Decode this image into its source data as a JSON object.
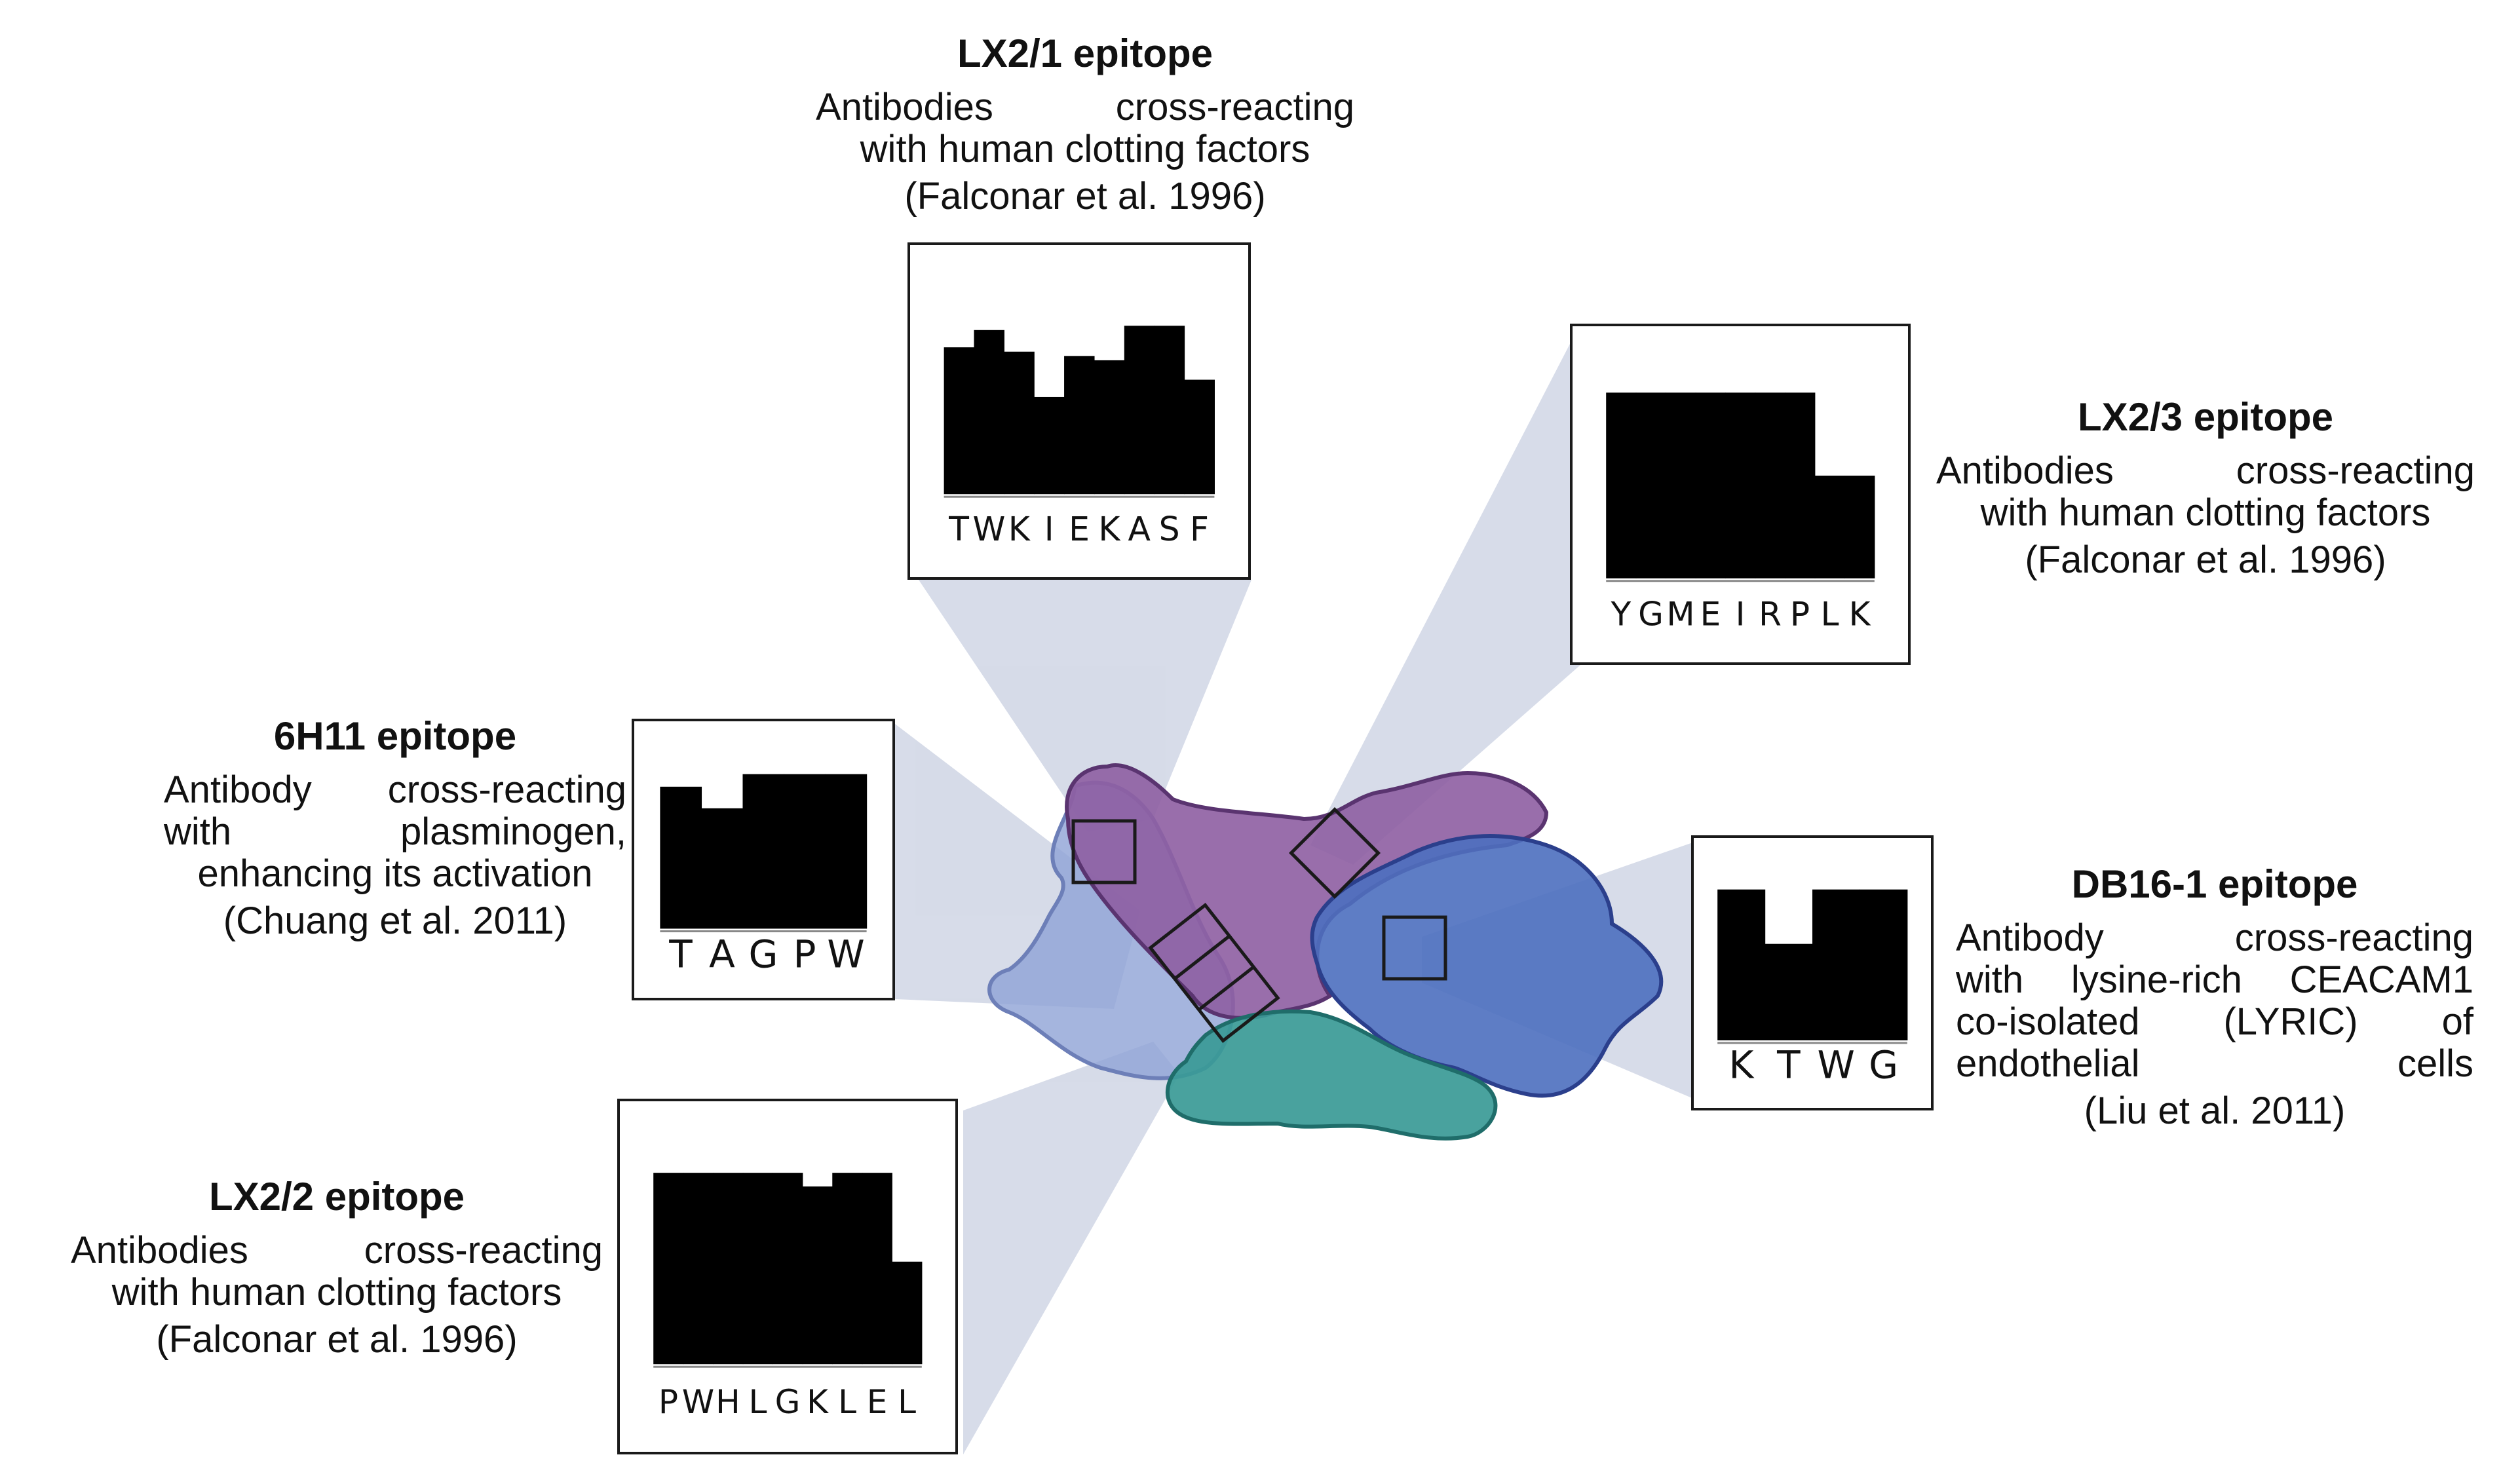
{
  "epitopes": [
    {
      "id": "lx21",
      "title": "LX2/1 epitope",
      "description_lines": [
        "Antibodies cross-reacting",
        "with human clotting factors"
      ],
      "citation": "(Falconar et al. 1996)",
      "sequence": [
        "T",
        "W",
        "K",
        "I",
        "E",
        "K",
        "A",
        "S",
        "F"
      ],
      "logo_heights": [
        0.68,
        0.76,
        0.66,
        0.45,
        0.64,
        0.62,
        0.78,
        0.78,
        0.53
      ]
    },
    {
      "id": "lx23",
      "title": "LX2/3 epitope",
      "description_lines": [
        "Antibodies cross-reacting",
        "with human clotting factors"
      ],
      "citation": "(Falconar et al. 1996)",
      "sequence": [
        "Y",
        "G",
        "M",
        "E",
        "I",
        "R",
        "P",
        "L",
        "K"
      ],
      "logo_heights": [
        0.85,
        0.85,
        0.85,
        0.85,
        0.85,
        0.85,
        0.85,
        0.47,
        0.47
      ]
    },
    {
      "id": "6h11",
      "title": "6H11 epitope",
      "description_lines": [
        "Antibody cross-reacting",
        "with plasminogen,",
        "enhancing its activation"
      ],
      "citation": "(Chuang et al. 2011)",
      "sequence": [
        "T",
        "A",
        "G",
        "P",
        "W"
      ],
      "logo_heights": [
        0.79,
        0.67,
        0.86,
        0.86,
        0.86
      ]
    },
    {
      "id": "db161",
      "title": "DB16-1 epitope",
      "description_lines": [
        "Antibody cross-reacting",
        "with lysine-rich CEACAM1",
        "co-isolated (LYRIC) of",
        "endothelial cells"
      ],
      "citation": "(Liu et al. 2011)",
      "sequence": [
        "K",
        "T",
        "W",
        "G"
      ],
      "logo_heights": [
        0.86,
        0.55,
        0.86,
        0.86
      ]
    },
    {
      "id": "lx22",
      "title": "LX2/2 epitope",
      "description_lines": [
        "Antibodies cross-reacting",
        "with human clotting factors"
      ],
      "citation": "(Falconar et al. 1996)",
      "sequence": [
        "P",
        "W",
        "H",
        "L",
        "G",
        "K",
        "L",
        "E",
        "L"
      ],
      "logo_heights": [
        0.84,
        0.84,
        0.84,
        0.84,
        0.84,
        0.78,
        0.84,
        0.84,
        0.45
      ]
    }
  ],
  "colors": {
    "callout": "#c9d0e1",
    "domain_purple": "#8e5ea2",
    "domain_blue": "#4c6fbf",
    "domain_teal": "#3a9a96",
    "domain_lightblue": "#8fa3d6",
    "outline": "#1a1a1a"
  }
}
